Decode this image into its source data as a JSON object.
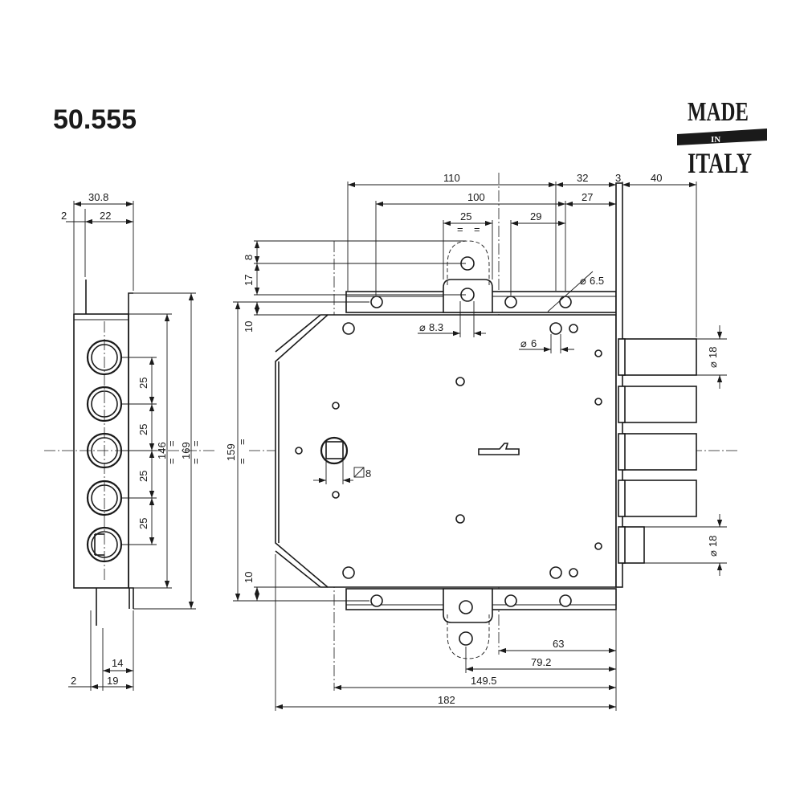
{
  "title": "50.555",
  "badge": {
    "line1": "MADE",
    "line2": "IN",
    "line3": "ITALY"
  },
  "side_view": {
    "dims": {
      "width_total": "30.8",
      "left_gap": "2",
      "body": "22",
      "bottom_gap": "2",
      "bottom_body": "19",
      "bottom_inner": "14",
      "height_inner": "146",
      "height_total": "169",
      "eq": "="
    },
    "spacings": [
      "25",
      "25",
      "25",
      "25"
    ]
  },
  "front_view": {
    "dims": {
      "d110": "110",
      "d100": "100",
      "d25": "25",
      "d29": "29",
      "d32": "32",
      "d27": "27",
      "d3": "3",
      "d40": "40",
      "d8": "8",
      "d17": "17",
      "d10top": "10",
      "d10bot": "10",
      "d159": "159",
      "dia65": "6.5",
      "dia83": "8.3",
      "dia6": "6",
      "dia18a": "18",
      "dia18b": "18",
      "sq8": "8",
      "d63": "63",
      "d792": "79.2",
      "d1495": "149.5",
      "d182": "182",
      "eq": "="
    },
    "dia_symbol": "⌀",
    "sq_symbol": "◻"
  }
}
